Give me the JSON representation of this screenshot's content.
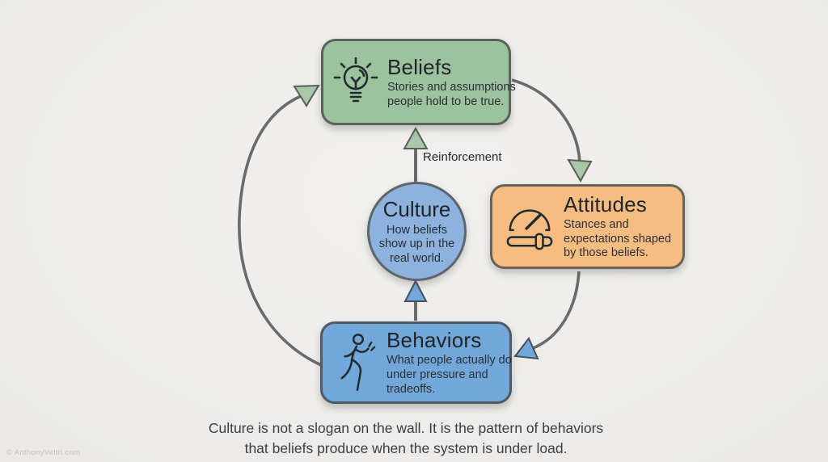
{
  "page": {
    "background": "#eeedeb",
    "watermark": "© AnthonyVeltri.com"
  },
  "diagram": {
    "flow_label": "Reinforcement",
    "center": {
      "title": "Culture",
      "desc": "How beliefs show up in the real world.",
      "fill": "#8db2dd",
      "border": "#5d656d"
    },
    "nodes": [
      {
        "id": "beliefs",
        "title": "Beliefs",
        "desc": "Stories and assumptions people hold to be true.",
        "icon": "lightbulb-icon",
        "fill": "#9cc29e",
        "border": "#59625c"
      },
      {
        "id": "attitudes",
        "title": "Attitudes",
        "desc": "Stances and expectations shaped by those beliefs.",
        "icon": "gauge-icon",
        "fill": "#f6bd82",
        "border": "#6a6257"
      },
      {
        "id": "behaviors",
        "title": "Behaviors",
        "desc": "What people actually do under pressure and tradeoffs.",
        "icon": "walking-person-icon",
        "fill": "#72a7da",
        "border": "#4f5a64"
      }
    ],
    "arrow_colors": {
      "line": "#6a6a6a",
      "head_green": "#a9c7a9",
      "head_blue": "#72a7da",
      "head_outline": "#575f58"
    }
  },
  "caption": {
    "line1": "Culture is not a slogan on the wall. It is the pattern of behaviors",
    "line2": "that beliefs produce when the system is under load."
  }
}
